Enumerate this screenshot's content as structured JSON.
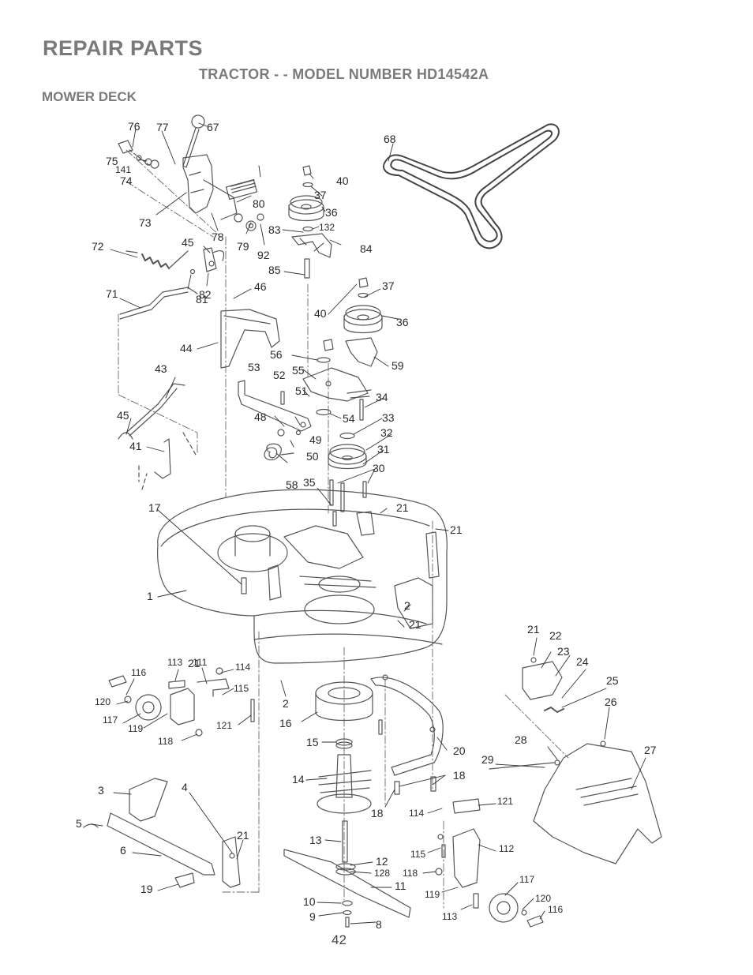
{
  "header": {
    "title": "REPAIR PARTS",
    "subtitle": "TRACTOR - - MODEL NUMBER HD14542A",
    "section": "MOWER DECK"
  },
  "page_number": "42",
  "callouts": [
    "1",
    "2",
    "2",
    "3",
    "4",
    "5",
    "6",
    "8",
    "9",
    "10",
    "11",
    "12",
    "13",
    "14",
    "15",
    "16",
    "17",
    "18",
    "18",
    "19",
    "20",
    "21",
    "21",
    "21",
    "21",
    "21",
    "21",
    "22",
    "23",
    "24",
    "25",
    "26",
    "27",
    "28",
    "29",
    "30",
    "31",
    "32",
    "33",
    "34",
    "35",
    "36",
    "36",
    "37",
    "37",
    "40",
    "40",
    "41",
    "43",
    "44",
    "45",
    "45",
    "46",
    "48",
    "49",
    "50",
    "51",
    "52",
    "53",
    "54",
    "55",
    "56",
    "58",
    "59",
    "67",
    "68",
    "71",
    "72",
    "73",
    "74",
    "75",
    "76",
    "77",
    "78",
    "79",
    "80",
    "81",
    "82",
    "83",
    "84",
    "85",
    "92",
    "111",
    "112",
    "113",
    "113",
    "114",
    "114",
    "115",
    "115",
    "116",
    "116",
    "117",
    "117",
    "118",
    "118",
    "119",
    "119",
    "120",
    "120",
    "121",
    "121",
    "128",
    "132",
    "141"
  ]
}
